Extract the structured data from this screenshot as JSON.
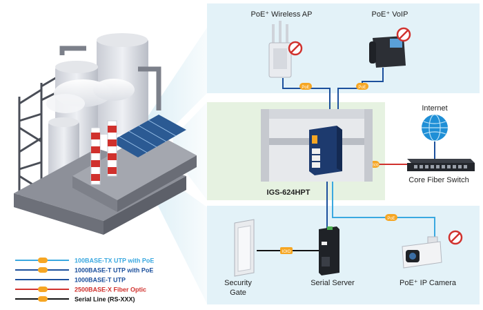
{
  "devices": {
    "wireless_ap": "PoE⁺ Wireless AP",
    "voip": "PoE⁺ VoIP",
    "internet": "Internet",
    "core_switch": "Core Fiber Switch",
    "main_switch": "IGS-624HPT",
    "security_gate_line1": "Security",
    "security_gate_line2": "Gate",
    "serial_server": "Serial Server",
    "ip_camera": "PoE⁺ IP Camera"
  },
  "link_badges": {
    "poe": "PoE",
    "fiber": "2500",
    "serial": "IOIO"
  },
  "legend": [
    {
      "label": "100BASE-TX UTP with PoE",
      "color": "#3aa8e0",
      "badge_color": "#f6a623",
      "has_badge": true
    },
    {
      "label": "1000BASE-T UTP with PoE",
      "color": "#1b4f9c",
      "badge_color": "#f6a623",
      "has_badge": true
    },
    {
      "label": "1000BASE-T UTP",
      "color": "#1b4f9c",
      "badge_color": "",
      "has_badge": false
    },
    {
      "label": "2500BASE-X Fiber Optic",
      "color": "#d0312d",
      "badge_color": "#f6a623",
      "has_badge": true
    },
    {
      "label": "Serial Line (RS-XXX)",
      "color": "#111111",
      "badge_color": "#f6a623",
      "has_badge": true
    }
  ],
  "colors": {
    "panel_blue": "#e3f2f8",
    "panel_green": "#e6f2e1",
    "line_poe_light": "#3aa8e0",
    "line_poe_dark": "#1b4f9c",
    "line_fiber": "#d0312d",
    "line_serial": "#111111",
    "badge": "#f6a623",
    "fiber_legend_text": "#d0312d"
  }
}
